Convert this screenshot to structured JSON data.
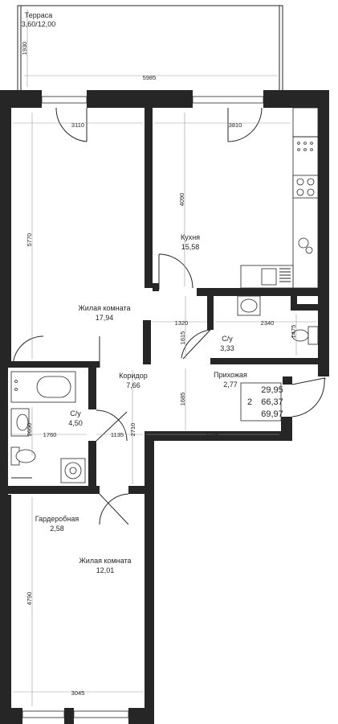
{
  "rooms": {
    "terrace": {
      "name": "Терраса",
      "area": "3,60/12,00"
    },
    "living1": {
      "name": "Жилая комната",
      "area": "17,94"
    },
    "kitchen": {
      "name": "Кухня",
      "area": "15,58"
    },
    "bath_small": {
      "name": "С/у",
      "area": "3,33"
    },
    "corridor": {
      "name": "Коридор",
      "area": "7,66"
    },
    "hall": {
      "name": "Прихожая",
      "area": "2,77"
    },
    "bath_large": {
      "name": "С/у",
      "area": "4,50"
    },
    "wardrobe": {
      "name": "Гардеробная",
      "area": "2,58"
    },
    "living2": {
      "name": "Жилая комната",
      "area": "12,01"
    }
  },
  "dimensions": {
    "terrace_depth": "1930",
    "terrace_width": "5985",
    "living1_width": "3110",
    "kitchen_width": "3810",
    "living1_length": "5770",
    "kitchen_length": "4090",
    "corridor_seg": "1320",
    "bath_small_width": "2340",
    "bath_small_depth": "1475",
    "corridor_depth": "1615",
    "hall_depth": "1685",
    "bath_large_width": "1760",
    "corridor_width": "1135",
    "bath_large_depth": "2650",
    "corridor_length": "2710",
    "hall_width": "3185",
    "living2_length": "4790",
    "living2_width": "3045"
  },
  "summary": {
    "rooms_count": "2",
    "living_area": "29,95",
    "total_area": "66,37",
    "total_area_with_terrace": "69,97"
  }
}
